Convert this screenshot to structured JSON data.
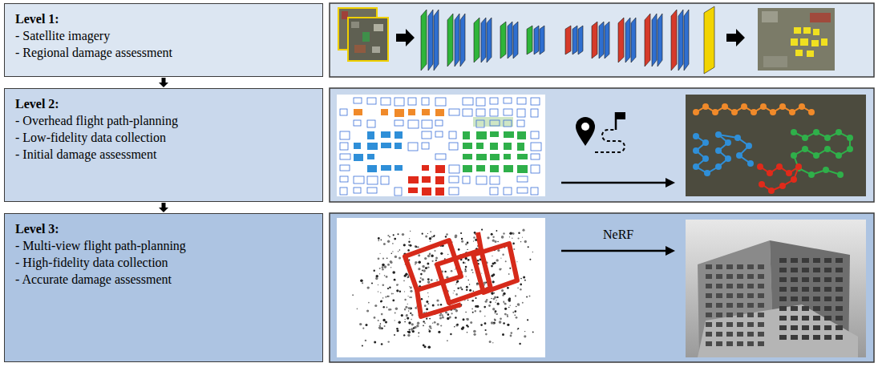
{
  "diagram": {
    "nodes": [
      {
        "text": [
          "Level 1:",
          "- Satellite imagery",
          "- Regional damage assessment"
        ]
      },
      {
        "text": [
          "Level 2:",
          "- Overhead flight path-planning",
          "- Low-fidelity data collection",
          "- Initial damage assessment"
        ]
      },
      {
        "text": [
          "Level 3:",
          "- Multi-view flight path-planning",
          "- High-fidelity data collection",
          "- Accurate damage assessment"
        ]
      }
    ],
    "edges": [
      {
        "from": 0,
        "to": 1,
        "arrow": "to"
      },
      {
        "from": 1,
        "to": 2,
        "arrow": "to"
      }
    ],
    "labels": [
      "NeRF"
    ]
  }
}
